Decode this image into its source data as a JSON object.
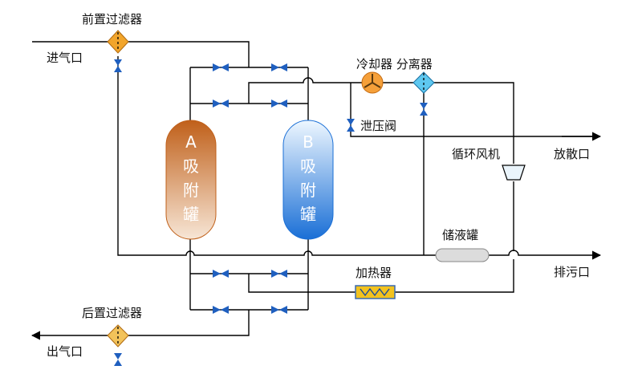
{
  "labels": {
    "pre_filter": "前置过滤器",
    "inlet": "进气口",
    "cooler_separator": "冷却器 分离器",
    "relief_valve": "泄压阀",
    "circ_fan": "循环风机",
    "vent": "放散口",
    "tank_a": [
      "A",
      "吸",
      "附",
      "罐"
    ],
    "tank_b": [
      "B",
      "吸",
      "附",
      "罐"
    ],
    "storage": "储液罐",
    "drain": "排污口",
    "heater": "加热器",
    "post_filter": "后置过滤器",
    "outlet": "出气口"
  },
  "colors": {
    "valve": "#1f5fbf",
    "tank_a_top": "#c0601a",
    "tank_a_bottom": "#f7e6d6",
    "tank_b_top": "#e8f4ff",
    "tank_b_bottom": "#1a6fd6",
    "filter": "#f2a52b",
    "cooler": "#f5a03a",
    "separator": "#5ec8f0",
    "heater": "#f2c21e"
  }
}
